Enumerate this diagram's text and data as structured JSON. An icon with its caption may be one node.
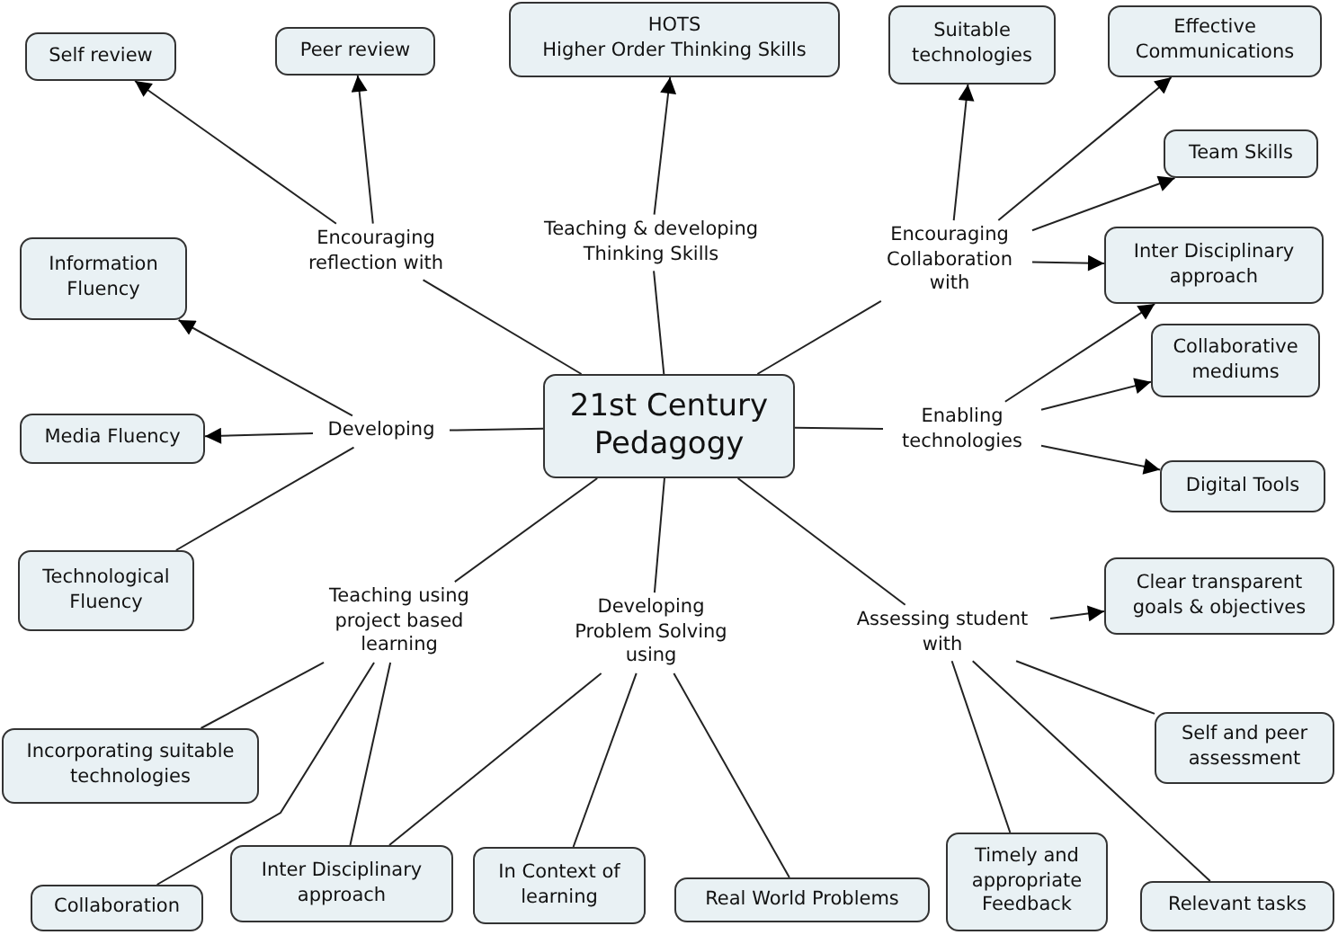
{
  "diagram": {
    "nodes": [
      {
        "text": [
          "Self review"
        ]
      },
      {
        "text": [
          "Peer review"
        ]
      },
      {
        "text": [
          "HOTS",
          "Higher Order Thinking Skills"
        ]
      },
      {
        "text": [
          "Suitable technologies"
        ]
      },
      {
        "text": [
          "Effective Communications"
        ]
      },
      {
        "text": [
          "Team Skills"
        ]
      },
      {
        "text": [
          "Encouraging reflection with"
        ]
      },
      {
        "text": [
          "Teaching & developing Thinking Skills"
        ]
      },
      {
        "text": [
          "Encouraging Collaboration with"
        ]
      },
      {
        "text": [
          "Inter Disciplinary approach"
        ]
      },
      {
        "text": [
          "Information Fluency"
        ]
      },
      {
        "text": [
          "Collaborative mediums"
        ]
      },
      {
        "text": [
          "21st Century Pedagogy"
        ]
      },
      {
        "text": [
          "Developing"
        ]
      },
      {
        "text": [
          "Media Fluency"
        ]
      },
      {
        "text": [
          "Enabling technologies"
        ]
      },
      {
        "text": [
          "Digital Tools"
        ]
      },
      {
        "text": [
          "Technological Fluency"
        ]
      },
      {
        "text": [
          "Teaching using project based learning"
        ]
      },
      {
        "text": [
          "Developing Problem Solving using"
        ]
      },
      {
        "text": [
          "Assessing student with"
        ]
      },
      {
        "text": [
          "Clear transparent goals & objectives"
        ]
      },
      {
        "text": [
          "Incorporating suitable technologies"
        ]
      },
      {
        "text": [
          "Self and peer assessment"
        ]
      },
      {
        "text": [
          "Inter Disciplinary approach"
        ]
      },
      {
        "text": [
          "In Context of learning"
        ]
      },
      {
        "text": [
          "Real World Problems"
        ]
      },
      {
        "text": [
          "Timely and appropriate Feedback"
        ]
      },
      {
        "text": [
          "Relevant tasks"
        ]
      },
      {
        "text": [
          "Collaboration"
        ]
      }
    ],
    "edges": [
      {
        "from": 12,
        "to": 6,
        "arrow": "none"
      },
      {
        "from": 6,
        "to": 0,
        "arrow": "to"
      },
      {
        "from": 6,
        "to": 1,
        "arrow": "to"
      },
      {
        "from": 12,
        "to": 7,
        "arrow": "none"
      },
      {
        "from": 7,
        "to": 2,
        "arrow": "to"
      },
      {
        "from": 12,
        "to": 8,
        "arrow": "none"
      },
      {
        "from": 8,
        "to": 3,
        "arrow": "to"
      },
      {
        "from": 8,
        "to": 4,
        "arrow": "to"
      },
      {
        "from": 8,
        "to": 5,
        "arrow": "to"
      },
      {
        "from": 8,
        "to": 9,
        "arrow": "to"
      },
      {
        "from": 12,
        "to": 13,
        "arrow": "none"
      },
      {
        "from": 13,
        "to": 10,
        "arrow": "to"
      },
      {
        "from": 13,
        "to": 14,
        "arrow": "to"
      },
      {
        "from": 13,
        "to": 17,
        "arrow": "none"
      },
      {
        "from": 12,
        "to": 15,
        "arrow": "none"
      },
      {
        "from": 15,
        "to": 9,
        "arrow": "to"
      },
      {
        "from": 15,
        "to": 11,
        "arrow": "to"
      },
      {
        "from": 15,
        "to": 16,
        "arrow": "to"
      },
      {
        "from": 12,
        "to": 18,
        "arrow": "none"
      },
      {
        "from": 18,
        "to": 22,
        "arrow": "none"
      },
      {
        "from": 18,
        "to": 29,
        "arrow": "none"
      },
      {
        "from": 18,
        "to": 24,
        "arrow": "none"
      },
      {
        "from": 12,
        "to": 19,
        "arrow": "none"
      },
      {
        "from": 19,
        "to": 24,
        "arrow": "none"
      },
      {
        "from": 19,
        "to": 25,
        "arrow": "none"
      },
      {
        "from": 19,
        "to": 26,
        "arrow": "none"
      },
      {
        "from": 12,
        "to": 20,
        "arrow": "none"
      },
      {
        "from": 20,
        "to": 21,
        "arrow": "to"
      },
      {
        "from": 20,
        "to": 23,
        "arrow": "none"
      },
      {
        "from": 20,
        "to": 27,
        "arrow": "none"
      },
      {
        "from": 20,
        "to": 28,
        "arrow": "none"
      }
    ]
  }
}
